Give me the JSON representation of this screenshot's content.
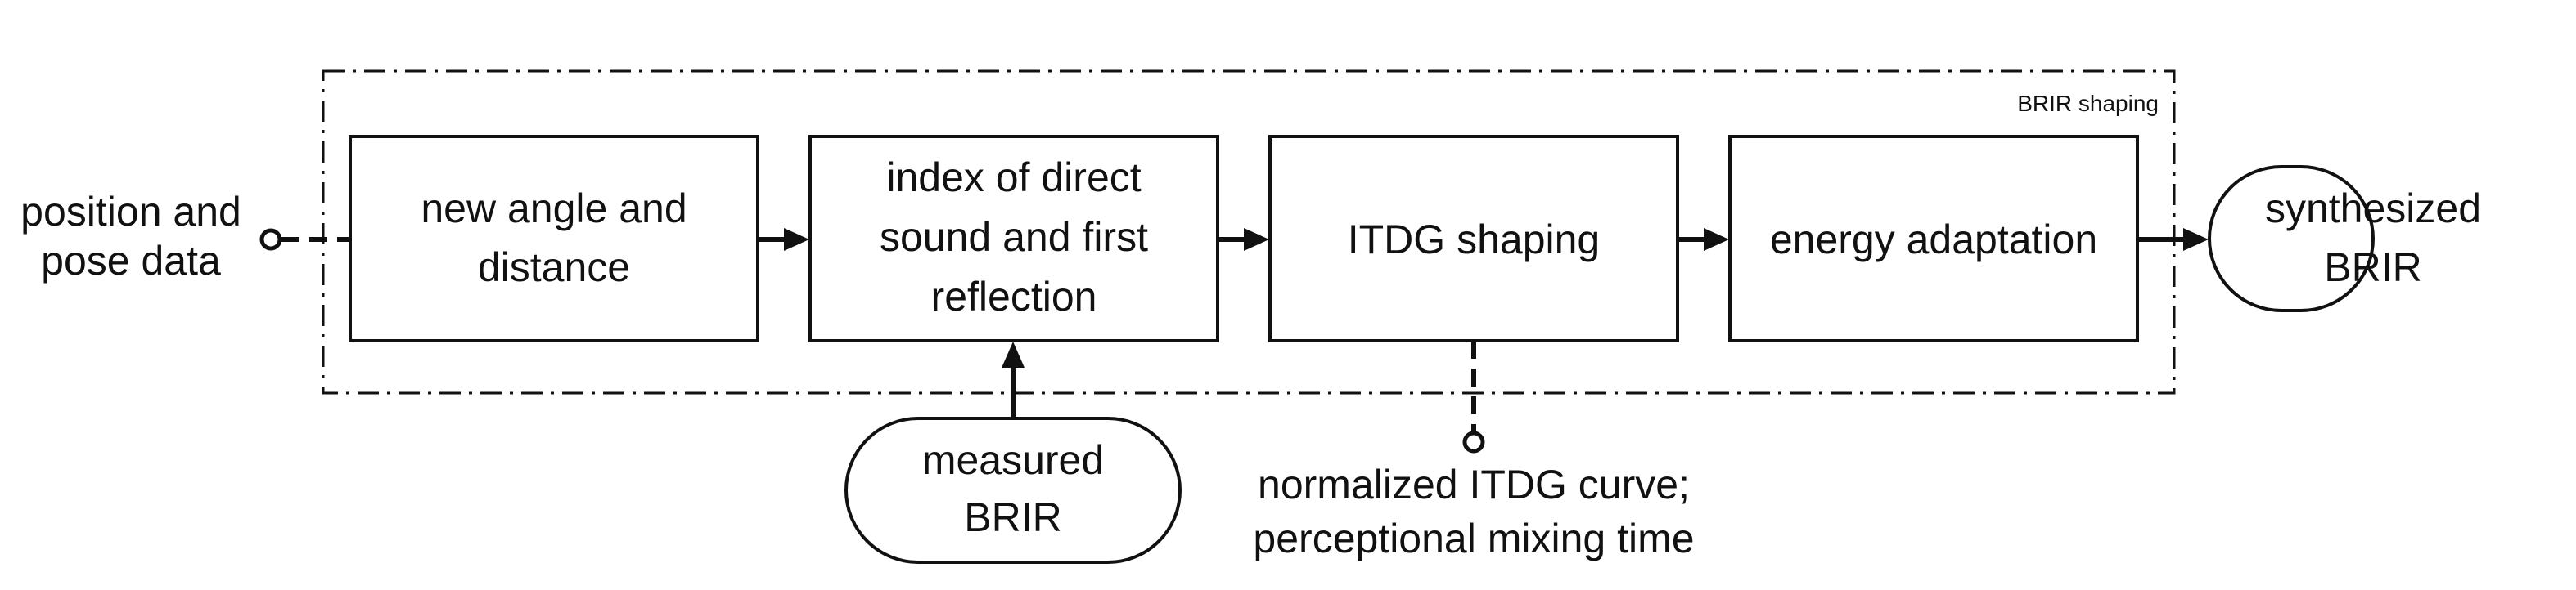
{
  "group": {
    "label": "BRIR shaping"
  },
  "input": {
    "lines": [
      "position and",
      "pose data"
    ]
  },
  "blocks": [
    {
      "lines": [
        "new angle and",
        "distance"
      ]
    },
    {
      "lines": [
        "index of direct",
        "sound and first",
        "reflection"
      ]
    },
    {
      "lines": [
        "ITDG shaping"
      ]
    },
    {
      "lines": [
        "energy adaptation"
      ]
    }
  ],
  "measured": {
    "lines": [
      "measured",
      "BRIR"
    ]
  },
  "parameters": {
    "lines": [
      "normalized ITDG curve;",
      "perceptional mixing time"
    ]
  },
  "output": {
    "lines": [
      "synthesized",
      "BRIR"
    ]
  }
}
